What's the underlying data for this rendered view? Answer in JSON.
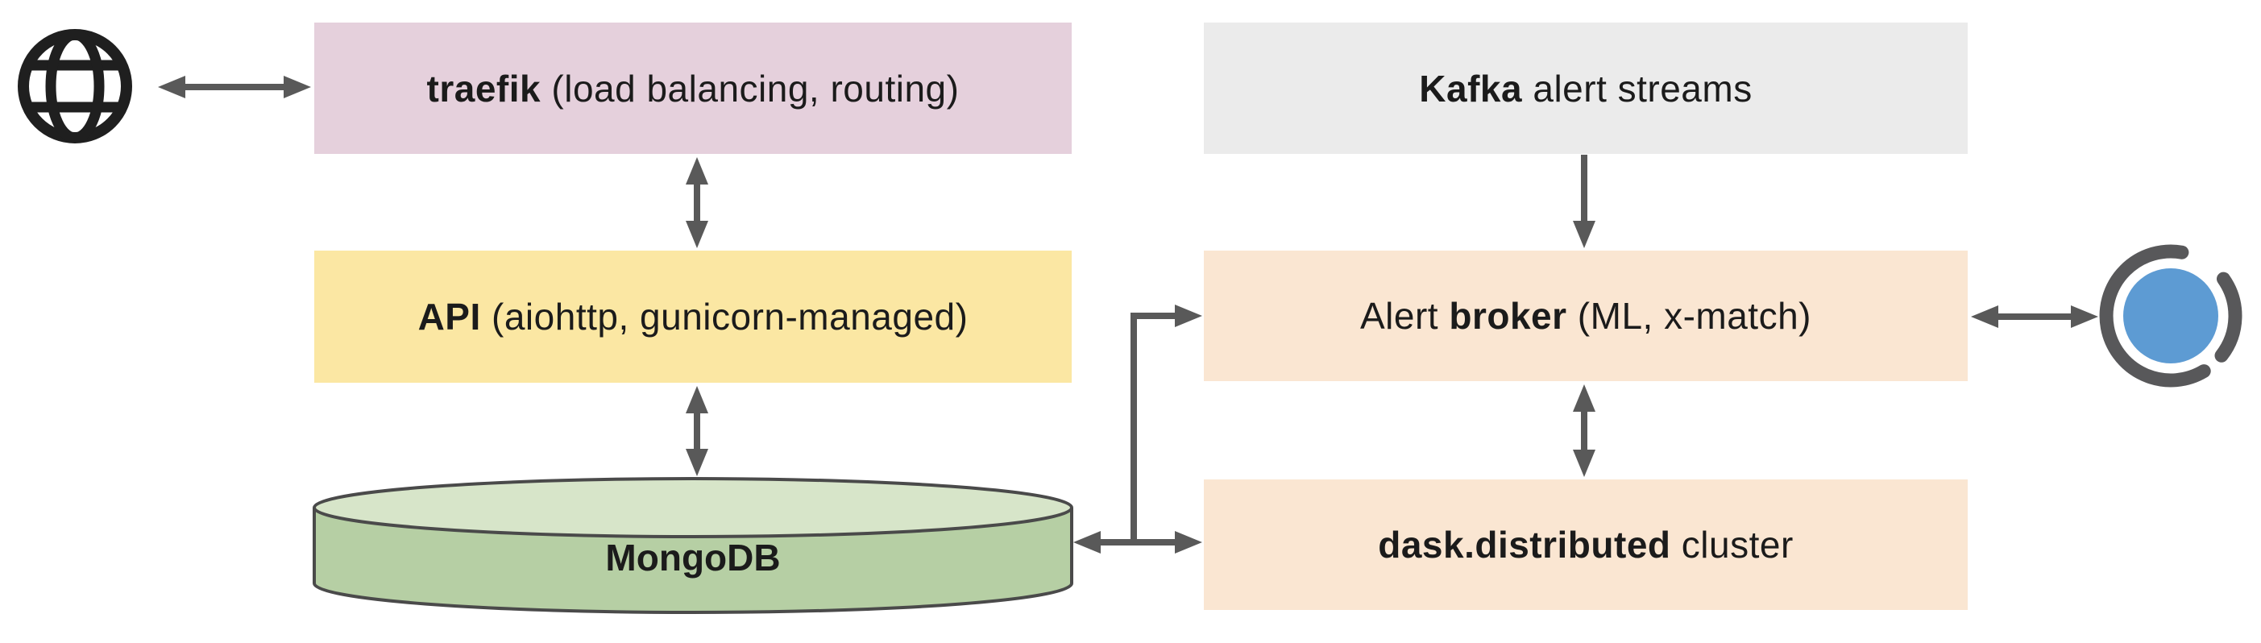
{
  "colors": {
    "background": "#ffffff",
    "text": "#1b1b1b",
    "arrow": "#595959",
    "traefik_box": "#e5d0dc",
    "api_box": "#fbe7a3",
    "kafka_box": "#ebebeb",
    "broker_box": "#fae6d2",
    "dask_box": "#fae6d2",
    "mongo_body": "#b6cfa4",
    "mongo_top": "#d7e5c9",
    "mongo_outline": "#4a4a4a",
    "globe_icon": "#1f1f1f",
    "logo_blue": "#5d9bd3",
    "logo_gray": "#58585a"
  },
  "nodes": {
    "traefik": {
      "pre": "",
      "bold": "traefik",
      "rest": " (load balancing, routing)"
    },
    "api": {
      "pre": "",
      "bold": "API",
      "rest": " (aiohttp, gunicorn-managed)"
    },
    "mongodb": {
      "pre": "",
      "bold": "MongoDB",
      "rest": ""
    },
    "kafka": {
      "pre": "",
      "bold": "Kafka",
      "rest": " alert streams"
    },
    "broker": {
      "pre": "Alert ",
      "bold": "broker",
      "rest": " (ML, x-match)"
    },
    "dask": {
      "pre": "",
      "bold": "dask.distributed",
      "rest": " cluster"
    }
  },
  "icons": {
    "globe": "globe-icon",
    "logo": "swirl-circle-logo-icon"
  }
}
